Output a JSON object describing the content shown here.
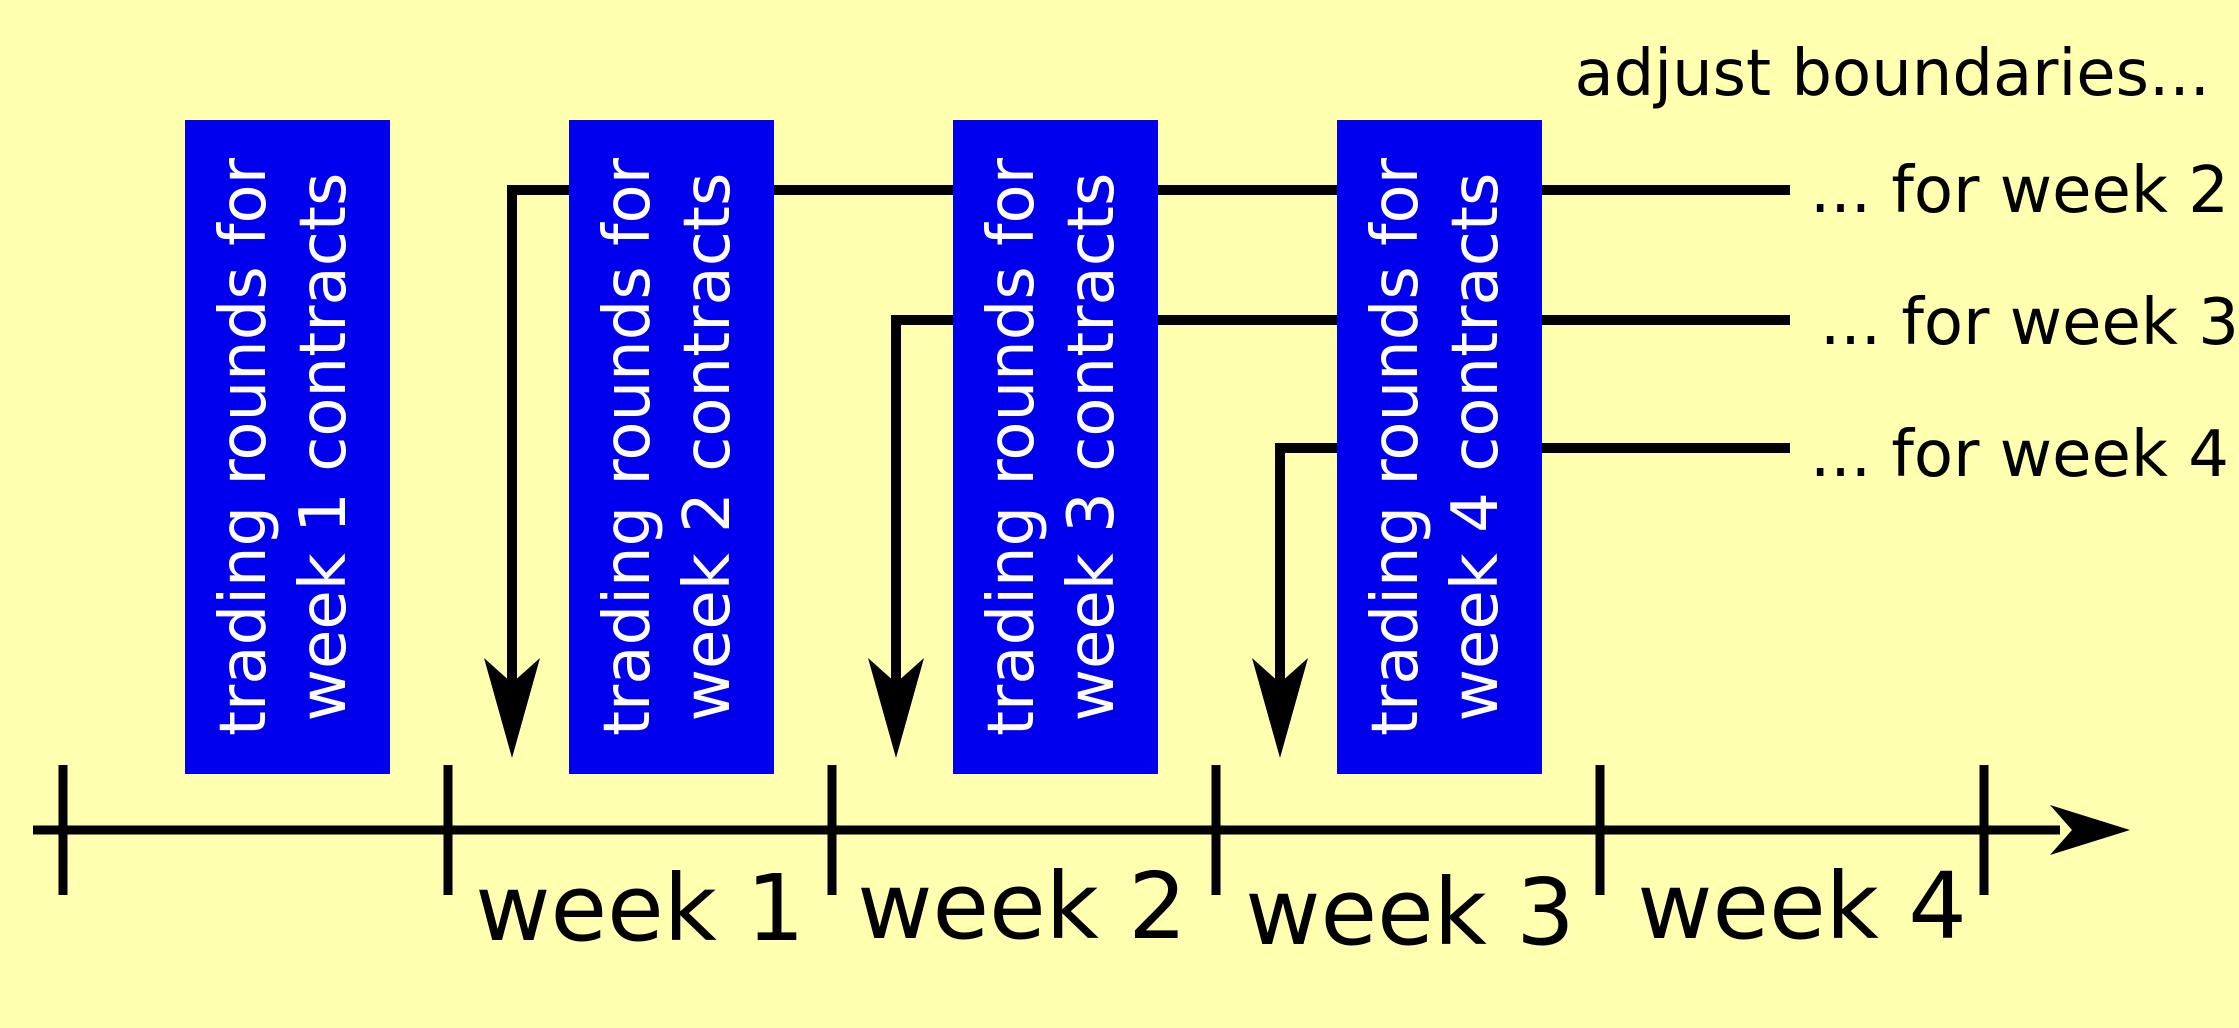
{
  "colors": {
    "background": "#ffffb0",
    "box_fill": "#0000ee",
    "box_text": "#ffffff",
    "line": "#000000"
  },
  "boxes": [
    {
      "line1": "trading rounds for",
      "line2": "week 1 contracts"
    },
    {
      "line1": "trading rounds for",
      "line2": "week 2 contracts"
    },
    {
      "line1": "trading rounds for",
      "line2": "week 3 contracts"
    },
    {
      "line1": "trading rounds for",
      "line2": "week 4 contracts"
    }
  ],
  "header": {
    "title": "adjust boundaries..."
  },
  "boundary_labels": [
    "... for week 2",
    "... for week 3",
    "... for week 4"
  ],
  "timeline": {
    "weeks": [
      "week 1",
      "week 2",
      "week 3",
      "week 4"
    ]
  }
}
